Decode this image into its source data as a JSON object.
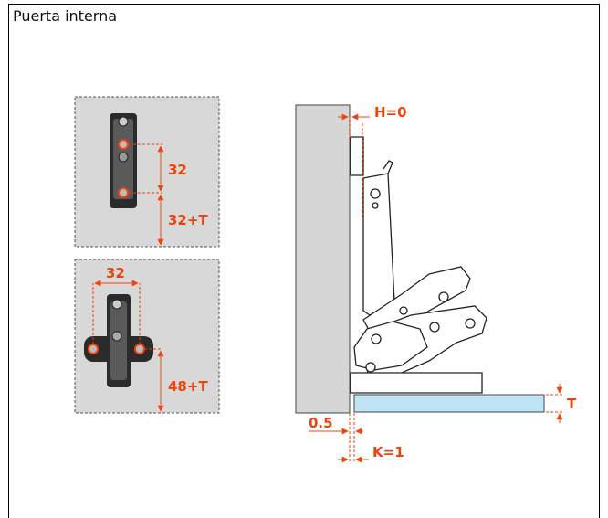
{
  "title": "Puerta interna",
  "colors": {
    "accent": "#f0420a",
    "panel": "#d8d8d8",
    "wall": "#d6d6d6",
    "door": "#bfe4f5",
    "line": "#222222"
  },
  "plates": {
    "top": {
      "dim_vertical": "32",
      "dim_bottom": "32+T"
    },
    "bottom": {
      "dim_horizontal": "32",
      "dim_vertical": "48+T"
    }
  },
  "side_view": {
    "h_label": "H=0",
    "gap_label": "0.5",
    "k_label": "K=1",
    "t_label": "T"
  }
}
